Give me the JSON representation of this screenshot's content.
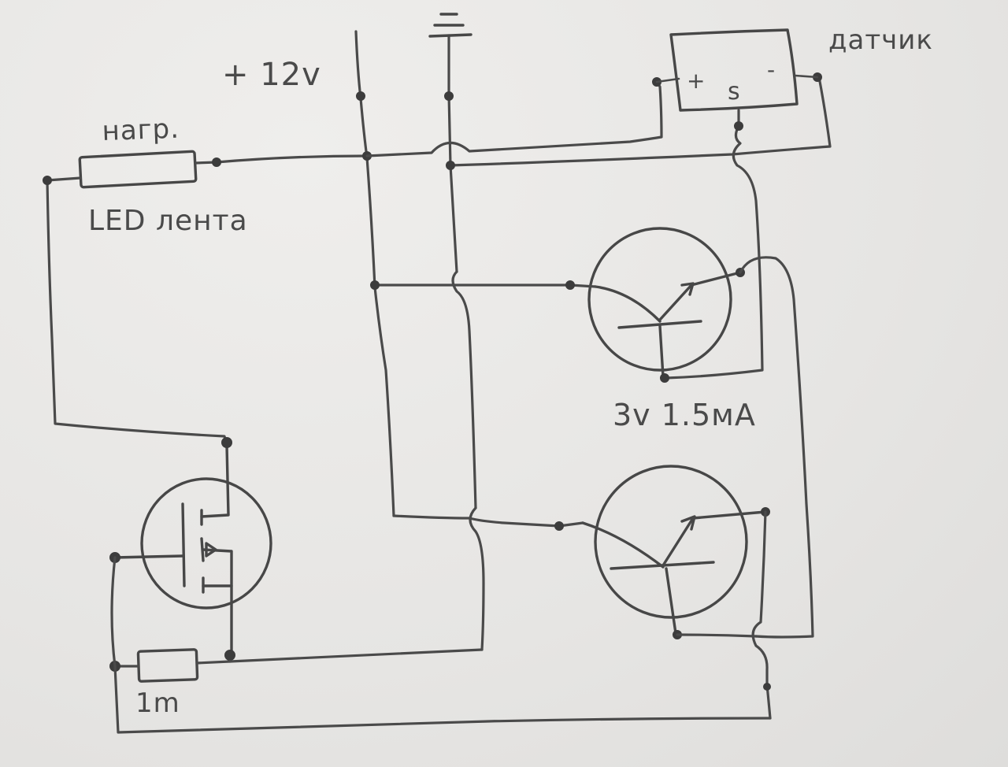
{
  "labels": {
    "supply": "+ 12v",
    "load": "нагр.",
    "led_strip": "LED лента",
    "sensor": "датчик",
    "sensor_plus": "+",
    "sensor_signal": "s",
    "sensor_minus": "-",
    "transistor_rating": "3v 1.5мA",
    "resistor": "1m"
  },
  "colors": {
    "paper": "#e9e8e6",
    "pencil": "#4a4a4a"
  }
}
